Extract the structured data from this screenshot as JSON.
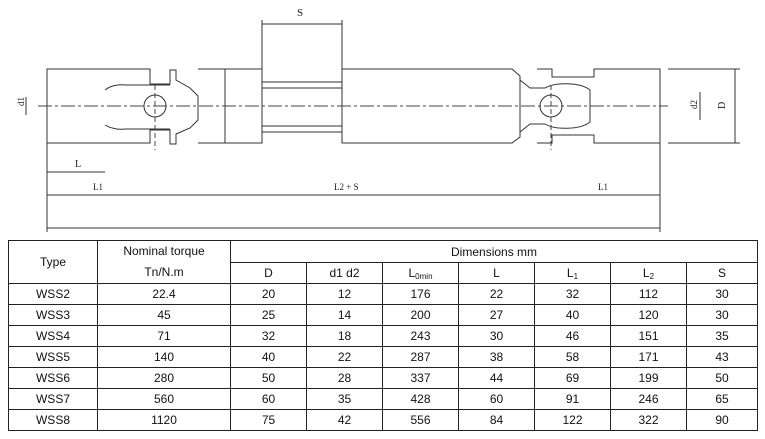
{
  "drawing": {
    "labels": {
      "s": "S",
      "d1": "d1",
      "d2": "d2",
      "d": "D",
      "l": "L",
      "l1_left": "L1",
      "l2_s": "L2 + S",
      "l1_right": "L1"
    }
  },
  "table": {
    "type_header": "Type",
    "torque_header": "Nominal torque",
    "torque_unit": "Tn/N.m",
    "dimensions_header": "Dimensions mm",
    "columns": [
      {
        "main": "D",
        "sub": ""
      },
      {
        "main": "d1 d2",
        "sub": ""
      },
      {
        "main": "L",
        "sub": "0min"
      },
      {
        "main": "L",
        "sub": ""
      },
      {
        "main": "L",
        "sub": "1"
      },
      {
        "main": "L",
        "sub": "2"
      },
      {
        "main": "S",
        "sub": ""
      }
    ],
    "rows": [
      [
        "WSS2",
        "22.4",
        "20",
        "12",
        "176",
        "22",
        "32",
        "112",
        "30"
      ],
      [
        "WSS3",
        "45",
        "25",
        "14",
        "200",
        "27",
        "40",
        "120",
        "30"
      ],
      [
        "WSS4",
        "71",
        "32",
        "18",
        "243",
        "30",
        "46",
        "151",
        "35"
      ],
      [
        "WSS5",
        "140",
        "40",
        "22",
        "287",
        "38",
        "58",
        "171",
        "43"
      ],
      [
        "WSS6",
        "280",
        "50",
        "28",
        "337",
        "44",
        "69",
        "199",
        "50"
      ],
      [
        "WSS7",
        "560",
        "60",
        "35",
        "428",
        "60",
        "91",
        "246",
        "65"
      ],
      [
        "WSS8",
        "1120",
        "75",
        "42",
        "556",
        "84",
        "122",
        "322",
        "90"
      ]
    ]
  }
}
